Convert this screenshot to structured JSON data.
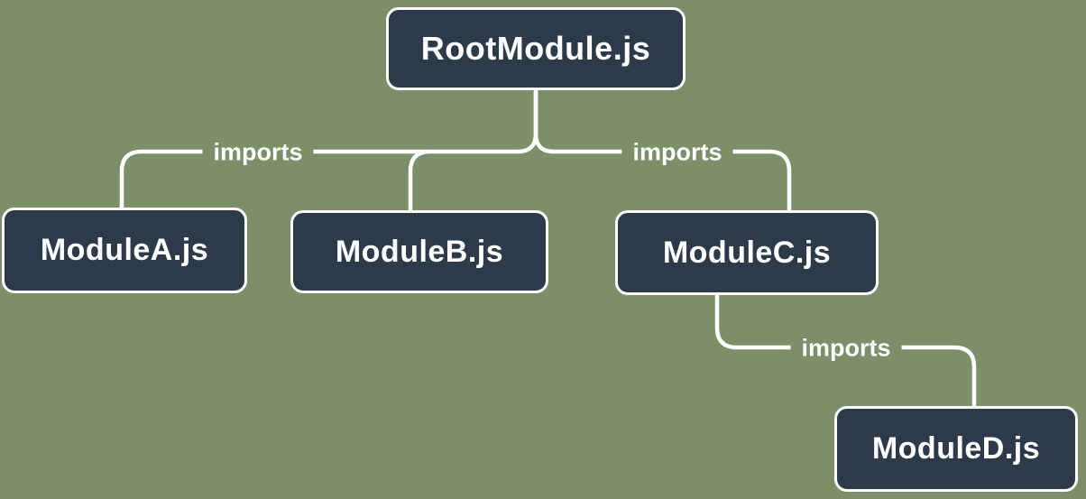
{
  "diagram": {
    "type": "module-dependency-tree",
    "colors": {
      "background": "#7D8F69",
      "node_fill": "#2D3A4A",
      "node_border": "#FFFFFF",
      "edge": "#FFFFFF",
      "text": "#FFFFFF"
    },
    "nodes": {
      "root": {
        "label": "RootModule.js"
      },
      "moduleA": {
        "label": "ModuleA.js"
      },
      "moduleB": {
        "label": "ModuleB.js"
      },
      "moduleC": {
        "label": "ModuleC.js"
      },
      "moduleD": {
        "label": "ModuleD.js"
      }
    },
    "edges": [
      {
        "from": "RootModule.js",
        "to": "ModuleA.js",
        "label": "imports"
      },
      {
        "from": "RootModule.js",
        "to": "ModuleB.js",
        "label": ""
      },
      {
        "from": "RootModule.js",
        "to": "ModuleC.js",
        "label": "imports"
      },
      {
        "from": "ModuleC.js",
        "to": "ModuleD.js",
        "label": "imports"
      }
    ],
    "edge_labels": {
      "left": "imports",
      "right": "imports",
      "bottom": "imports"
    }
  }
}
